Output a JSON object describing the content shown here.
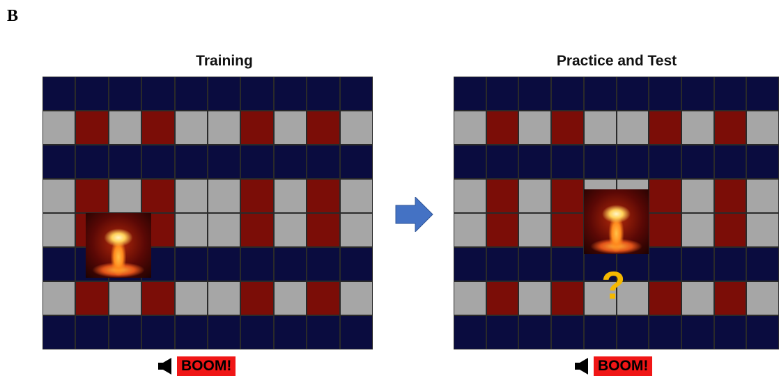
{
  "panel_label": "B",
  "colors": {
    "navy": "#0a0c3f",
    "gray": "#a6a6a6",
    "maroon": "#7b0d07",
    "arrow": "#4472c4",
    "boom_bg": "#f01616",
    "question": "#f5b800"
  },
  "row_patterns": {
    "navy_row": [
      "navy",
      "navy",
      "navy",
      "navy",
      "navy",
      "navy",
      "navy",
      "navy",
      "navy",
      "navy"
    ],
    "mixed_row": [
      "gray",
      "maroon",
      "gray",
      "maroon",
      "gray",
      "gray",
      "maroon",
      "gray",
      "maroon",
      "gray"
    ]
  },
  "grid_rows": [
    "navy_row",
    "mixed_row",
    "navy_row",
    "mixed_row",
    "mixed_row",
    "navy_row",
    "mixed_row",
    "navy_row"
  ],
  "panels": [
    {
      "title": "Training",
      "explosion": {
        "row": 4,
        "col": 1.3
      },
      "question_mark": null,
      "sound_label": "BOOM!"
    },
    {
      "title": "Practice and Test",
      "explosion": {
        "row": 3.3,
        "col": 4
      },
      "question_mark": "?",
      "sound_label": "BOOM!"
    }
  ],
  "icons": {
    "transition": "right-arrow-icon",
    "sound": "speaker-icon",
    "explosion": "mushroom-cloud-icon"
  }
}
